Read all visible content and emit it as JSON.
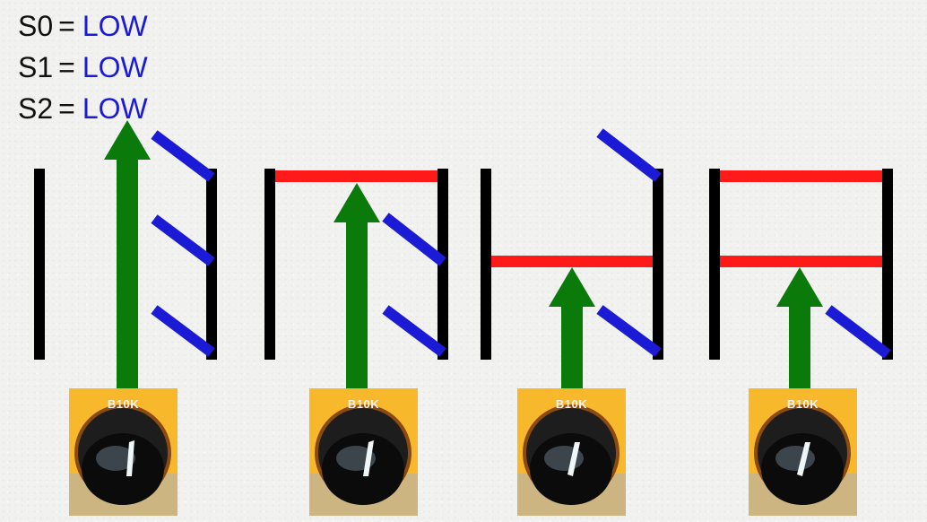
{
  "signals": [
    {
      "name": "S0",
      "eq": "=",
      "value": "LOW"
    },
    {
      "name": "S1",
      "eq": "=",
      "value": "LOW"
    },
    {
      "name": "S2",
      "eq": "=",
      "value": "LOW"
    }
  ],
  "colors": {
    "wire": "#000000",
    "closed_switch": "#ff1a1a",
    "open_switch": "#1b1bd6",
    "arrow": "#0a7a0a",
    "photo_background": "#f7b82b"
  },
  "knob_label": "B10K",
  "icons": [
    "potentiometer-knob-photo",
    "up-arrow-icon"
  ]
}
